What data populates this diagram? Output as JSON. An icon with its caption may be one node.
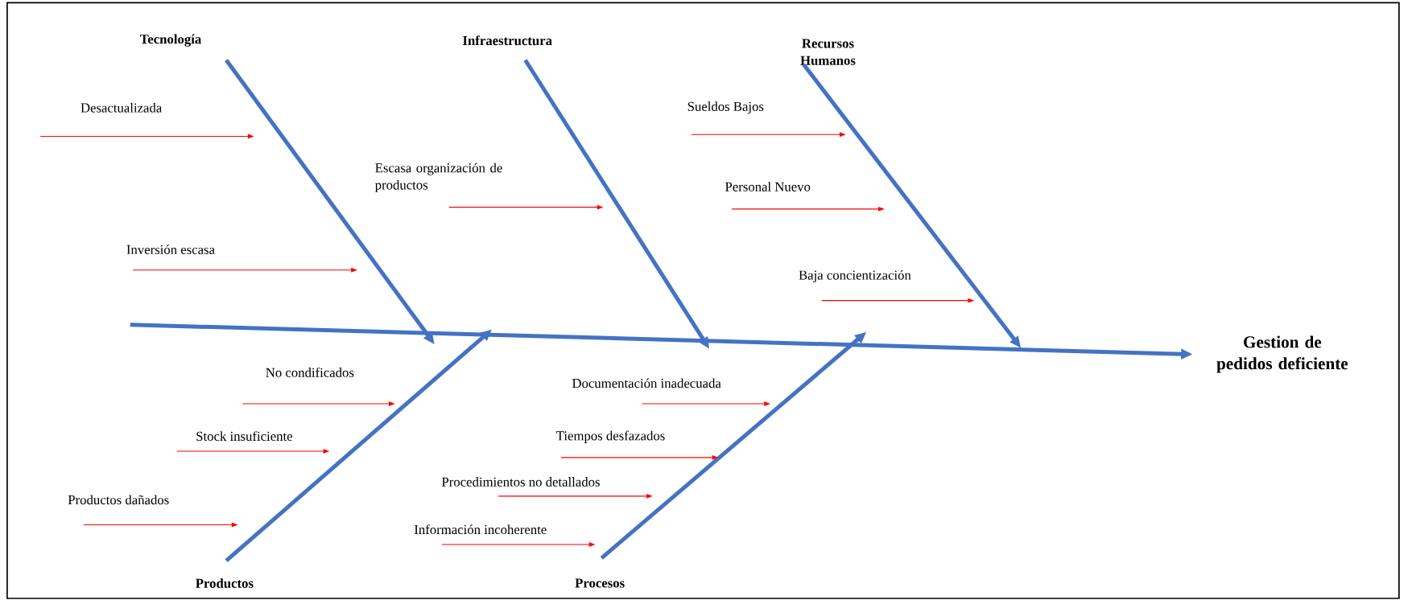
{
  "diagram": {
    "nodes": [
      {
        "text": [
          "Tecnología"
        ]
      },
      {
        "text": [
          "Infraestructura"
        ]
      },
      {
        "text": [
          "Recursos Humanos"
        ]
      },
      {
        "text": [
          "Desactualizada"
        ]
      },
      {
        "text": [
          "Sueldos Bajos"
        ]
      },
      {
        "text": [
          "Escasa organización de productos"
        ]
      },
      {
        "text": [
          "Personal Nuevo"
        ]
      },
      {
        "text": [
          "Inversión escasa"
        ]
      },
      {
        "text": [
          "Baja concientización"
        ]
      },
      {
        "text": [
          "Gestion de pedidos deficiente"
        ]
      },
      {
        "text": [
          "No condificados"
        ]
      },
      {
        "text": [
          "Documentación inadecuada"
        ]
      },
      {
        "text": [
          "Stock insuficiente"
        ]
      },
      {
        "text": [
          "Tiempos desfazados"
        ]
      },
      {
        "text": [
          "Procedimientos no detallados"
        ]
      },
      {
        "text": [
          "Productos dañados"
        ]
      },
      {
        "text": [
          "Información incoherente"
        ]
      },
      {
        "text": [
          "Productos"
        ]
      },
      {
        "text": [
          "Procesos"
        ]
      }
    ],
    "edges": [
      {
        "from": null,
        "to": 9,
        "arrow": "to",
        "style": "thick",
        "color": "#4472c4"
      },
      {
        "from": 0,
        "to": null,
        "arrow": "to",
        "style": "thick",
        "color": "#4472c4"
      },
      {
        "from": 1,
        "to": null,
        "arrow": "to",
        "style": "thick",
        "color": "#4472c4"
      },
      {
        "from": 2,
        "to": null,
        "arrow": "to",
        "style": "thick",
        "color": "#4472c4"
      },
      {
        "from": 17,
        "to": null,
        "arrow": "to",
        "style": "thick",
        "color": "#4472c4"
      },
      {
        "from": 18,
        "to": null,
        "arrow": "to",
        "style": "thick",
        "color": "#4472c4"
      },
      {
        "from": 3,
        "to": null,
        "arrow": "to"
      },
      {
        "from": 4,
        "to": null,
        "arrow": "to"
      },
      {
        "from": 5,
        "to": null,
        "arrow": "to"
      },
      {
        "from": 6,
        "to": null,
        "arrow": "to"
      },
      {
        "from": 7,
        "to": null,
        "arrow": "to"
      },
      {
        "from": 8,
        "to": null,
        "arrow": "to"
      },
      {
        "from": 10,
        "to": null,
        "arrow": "to"
      },
      {
        "from": 11,
        "to": null,
        "arrow": "to"
      },
      {
        "from": 12,
        "to": null,
        "arrow": "to"
      },
      {
        "from": 13,
        "to": null,
        "arrow": "to"
      },
      {
        "from": 14,
        "to": null,
        "arrow": "to"
      },
      {
        "from": 15,
        "to": null,
        "arrow": "to"
      },
      {
        "from": 16,
        "to": null,
        "arrow": "to"
      }
    ]
  }
}
